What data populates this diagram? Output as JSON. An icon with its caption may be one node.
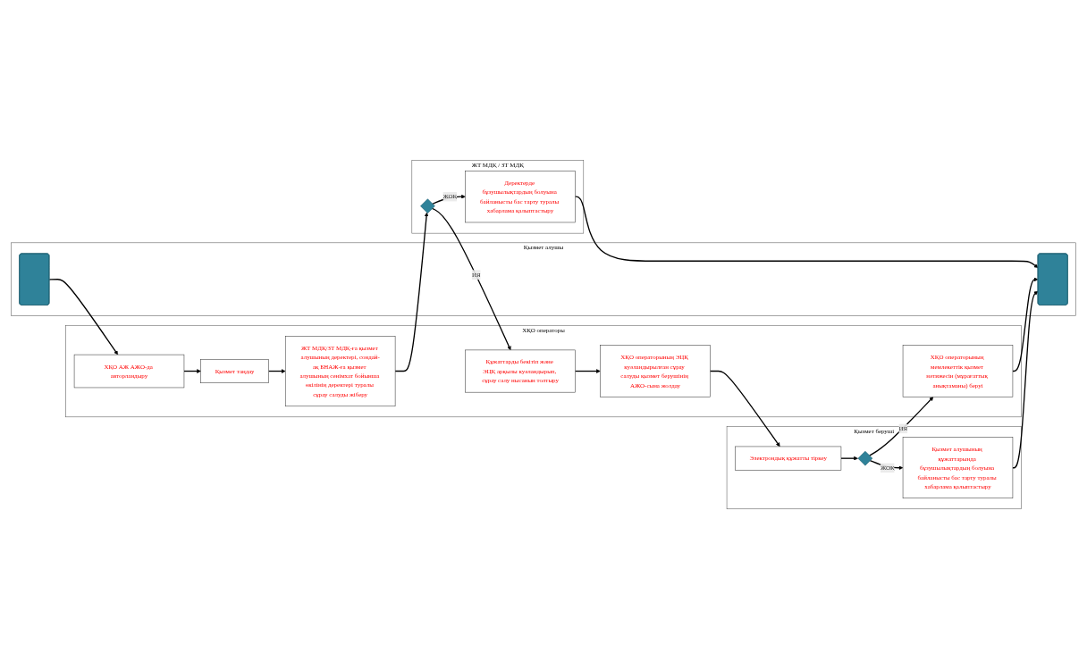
{
  "diagram": {
    "nodes": [
      {
        "text": [
          "Қызмет алушы"
        ]
      },
      {
        "text": [],
        "shape": "box",
        "in": 0
      },
      {
        "text": [],
        "shape": "box",
        "in": 0
      },
      {
        "text": [
          "ХҚО операторы"
        ]
      },
      {
        "text": [
          "ХҚО АЖ АЖО-да авторландыру"
        ],
        "in": 3
      },
      {
        "text": [
          "Қызмет таңдау"
        ],
        "in": 3
      },
      {
        "text": [
          "ЖТ МДҚ/ЗТ МДҚ-ға қызмет алушының деректері, сондай-ақ БНАЖ-ға қызмет алушының сенімхат бойынша өкілінің деректері туралы сұрау салуды жіберу"
        ],
        "in": 3
      },
      {
        "text": [
          "Құжаттарды бекітіп және ЭЦҚ арқылы куәландырып, сұрау салу нысанын толтыру"
        ],
        "in": 3
      },
      {
        "text": [
          "ХҚО операторының ЭЦҚ куәландырылған сұрау салуды қызмет берушінің АЖО-сына жолдау"
        ],
        "in": 3
      },
      {
        "text": [
          "ХҚО операторының мемлекеттік қызмет нәтижесін (мұрағаттық анықтаманы) беруі"
        ],
        "in": 3
      },
      {
        "text": [
          "ЖТ МДҚ / ЗТ МДҚ"
        ]
      },
      {
        "text": [],
        "shape": "diamond",
        "in": 10
      },
      {
        "text": [
          "Деректерде бұзушылықтардың болуына байланысты бас тарту туралы хабарлама қалыптастыру"
        ],
        "in": 10
      },
      {
        "text": [
          "Қызмет беруші"
        ]
      },
      {
        "text": [
          "Электрондық құжатты тіркеу"
        ],
        "in": 13
      },
      {
        "text": [],
        "shape": "diamond",
        "in": 13
      },
      {
        "text": [
          "Қызмет алушының құжаттарында бұзушылықтардың болуына байланысты бас тарту туралы хабарлама қалыптастыру"
        ],
        "in": 13
      }
    ],
    "edges": [
      {
        "from": 1,
        "to": 4,
        "arrow": "to"
      },
      {
        "from": 4,
        "to": 5,
        "arrow": "to"
      },
      {
        "from": 5,
        "to": 6,
        "arrow": "to"
      },
      {
        "from": 6,
        "to": 11,
        "arrow": "to"
      },
      {
        "from": 11,
        "to": 7,
        "arrow": "to",
        "label": "ИЯ"
      },
      {
        "from": 7,
        "to": 8,
        "arrow": "to"
      },
      {
        "from": 8,
        "to": 14,
        "arrow": "to"
      },
      {
        "from": 11,
        "to": 12,
        "arrow": "to",
        "label": "ЖОҚ"
      },
      {
        "from": 12,
        "to": 2,
        "arrow": "to"
      },
      {
        "from": 14,
        "to": 15,
        "arrow": "to"
      },
      {
        "from": 15,
        "to": 16,
        "arrow": "to",
        "label": "ЖОҚ"
      },
      {
        "from": 15,
        "to": 9,
        "arrow": "to",
        "label": "ИЯ"
      },
      {
        "from": 9,
        "to": 2,
        "arrow": "to"
      },
      {
        "from": 16,
        "to": 2,
        "arrow": "to"
      }
    ]
  }
}
